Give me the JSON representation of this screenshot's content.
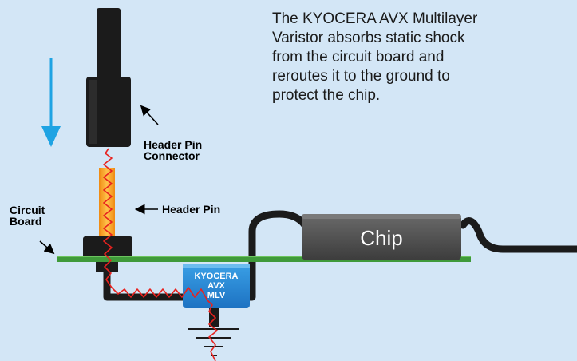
{
  "description": "The KYOCERA AVX Multilayer\nVaristor absorbs static shock\nfrom the circuit board and\nreroutes it to the ground to\nprotect the chip.",
  "labels": {
    "header_pin_connector": "Header Pin\nConnector",
    "header_pin": "Header Pin",
    "circuit_board": "Circuit\nBoard"
  },
  "chip_label": "Chip",
  "mlv_lines": [
    "KYOCERA",
    "AVX",
    "MLV"
  ],
  "colors": {
    "background": "#d3e6f6",
    "board": "#3f9a3a",
    "connector": "#1b1b1b",
    "header_pin": "#f5a623",
    "chip": "#555555",
    "mlv": "#2e8fd8",
    "spark": "#e8221f",
    "arrow": "#1ea3e3"
  },
  "icons": {
    "insert_arrow": "arrow-down-icon",
    "ground": "ground-symbol-icon"
  }
}
